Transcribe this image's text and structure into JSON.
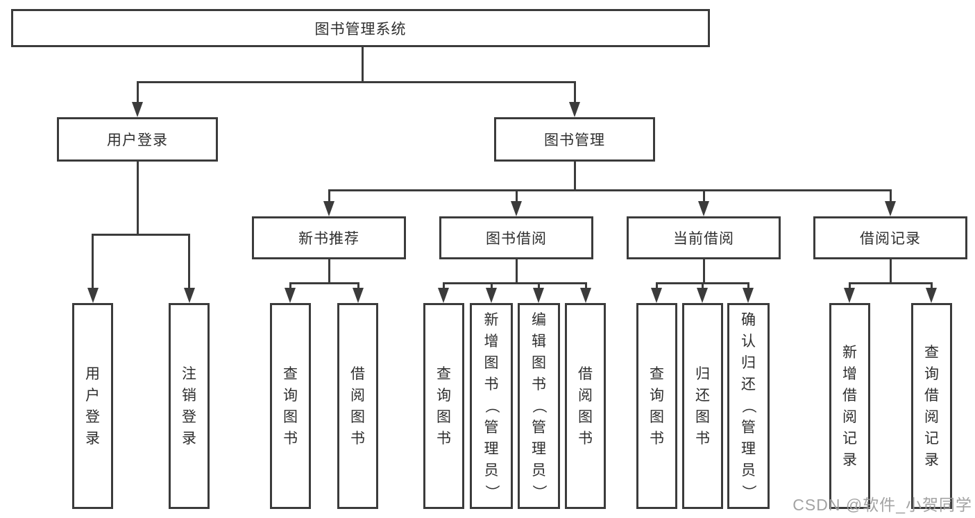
{
  "nodes": {
    "root": "图书管理系统",
    "level1": [
      {
        "label": "用户登录"
      },
      {
        "label": "图书管理"
      }
    ],
    "level2": [
      {
        "label": "新书推荐",
        "parent": "图书管理"
      },
      {
        "label": "图书借阅",
        "parent": "图书管理"
      },
      {
        "label": "当前借阅",
        "parent": "图书管理"
      },
      {
        "label": "借阅记录",
        "parent": "图书管理"
      }
    ],
    "leaves": [
      {
        "label": "用户登录",
        "parent": "用户登录"
      },
      {
        "label": "注销登录",
        "parent": "用户登录"
      },
      {
        "label": "查询图书",
        "parent": "新书推荐"
      },
      {
        "label": "借阅图书",
        "parent": "新书推荐"
      },
      {
        "label": "查询图书",
        "parent": "图书借阅"
      },
      {
        "label": "新增图书（管理员）",
        "parent": "图书借阅"
      },
      {
        "label": "编辑图书（管理员）",
        "parent": "图书借阅"
      },
      {
        "label": "借阅图书",
        "parent": "图书借阅"
      },
      {
        "label": "查询图书",
        "parent": "当前借阅"
      },
      {
        "label": "归还图书",
        "parent": "当前借阅"
      },
      {
        "label": "确认归还（管理员）",
        "parent": "当前借阅"
      },
      {
        "label": "新增借阅记录",
        "parent": "借阅记录"
      },
      {
        "label": "查询借阅记录",
        "parent": "借阅记录"
      }
    ]
  },
  "watermark": "CSDN @软件_小贺同学",
  "colors": {
    "line": "#3b3b3b",
    "box_border": "#3b3b3b",
    "background": "#ffffff",
    "text": "#2e2e2e",
    "watermark": "#9b9b9b"
  }
}
